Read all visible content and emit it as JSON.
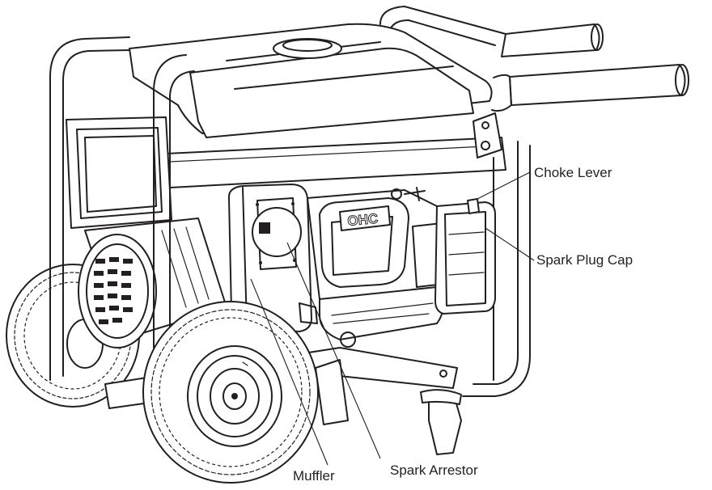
{
  "labels": {
    "choke_lever": "Choke Lever",
    "spark_plug_cap": "Spark Plug Cap",
    "muffler": "Muffler",
    "spark_arrestor": "Spark Arrestor"
  },
  "engine": {
    "valve_cover_text": "OHC"
  }
}
